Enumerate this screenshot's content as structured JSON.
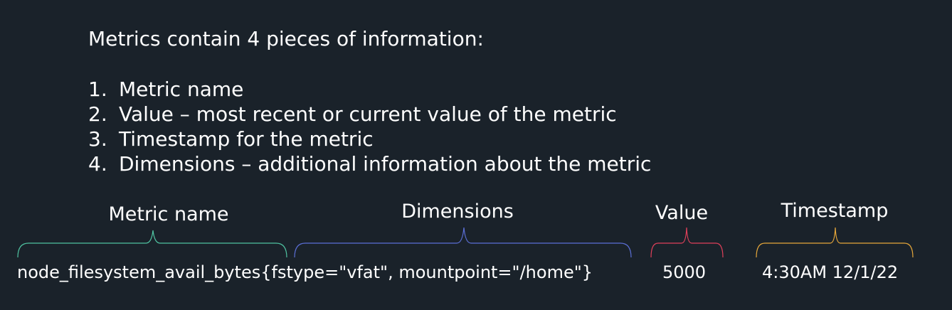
{
  "heading": "Metrics contain 4 pieces of information:",
  "points": [
    {
      "num": "1.",
      "text": "Metric name"
    },
    {
      "num": "2.",
      "text": "Value – most recent or current value of the metric"
    },
    {
      "num": "3.",
      "text": "Timestamp for the metric"
    },
    {
      "num": "4.",
      "text": "Dimensions – additional information about the metric"
    }
  ],
  "diagram": {
    "labels": {
      "metric_name": "Metric name",
      "dimensions": "Dimensions",
      "value": "Value",
      "timestamp": "Timestamp"
    },
    "sample": {
      "metric_name": "node_filesystem_avail_bytes",
      "dimensions": "{fstype=\"vfat\", mountpoint=\"/home\"}",
      "value": "5000",
      "timestamp": "4:30AM 12/1/22"
    },
    "colors": {
      "metric_name": "#4fc3a1",
      "dimensions": "#5b6fd6",
      "value": "#e0405a",
      "timestamp": "#e6a73a"
    }
  }
}
